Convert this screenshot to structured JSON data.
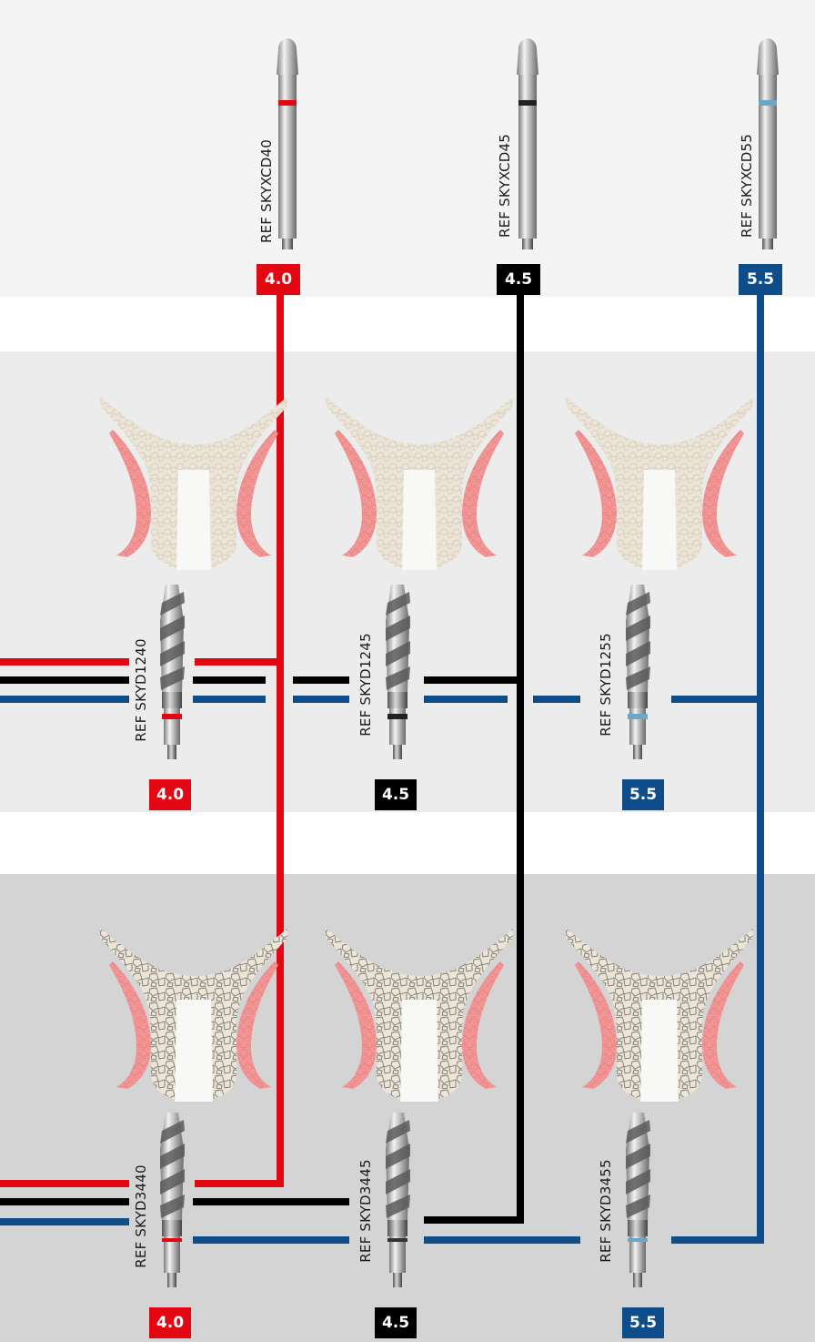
{
  "colors": {
    "red": "#e30613",
    "black": "#000000",
    "blue": "#0e4c8a",
    "bone": "#ece4d6",
    "gum": "#ef8c8c",
    "band_top": "#f4f4f4",
    "band_mid": "#ececec",
    "band_bottom": "#d4d4d4"
  },
  "top_row": {
    "tools": [
      {
        "ref": "REF SKYXCD40",
        "badge": "4.0",
        "color": "red"
      },
      {
        "ref": "REF SKYXCD45",
        "badge": "4.5",
        "color": "black"
      },
      {
        "ref": "REF SKYXCD55",
        "badge": "5.5",
        "color": "blue"
      }
    ]
  },
  "middle_row": {
    "drills": [
      {
        "ref": "REF SKYD1240",
        "badge": "4.0",
        "color": "red"
      },
      {
        "ref": "REF SKYD1245",
        "badge": "4.5",
        "color": "black"
      },
      {
        "ref": "REF SKYD1255",
        "badge": "5.5",
        "color": "blue"
      }
    ]
  },
  "bottom_row": {
    "drills": [
      {
        "ref": "REF SKYD3440",
        "badge": "4.0",
        "color": "red"
      },
      {
        "ref": "REF SKYD3445",
        "badge": "4.5",
        "color": "black"
      },
      {
        "ref": "REF SKYD3455",
        "badge": "5.5",
        "color": "blue"
      }
    ]
  }
}
